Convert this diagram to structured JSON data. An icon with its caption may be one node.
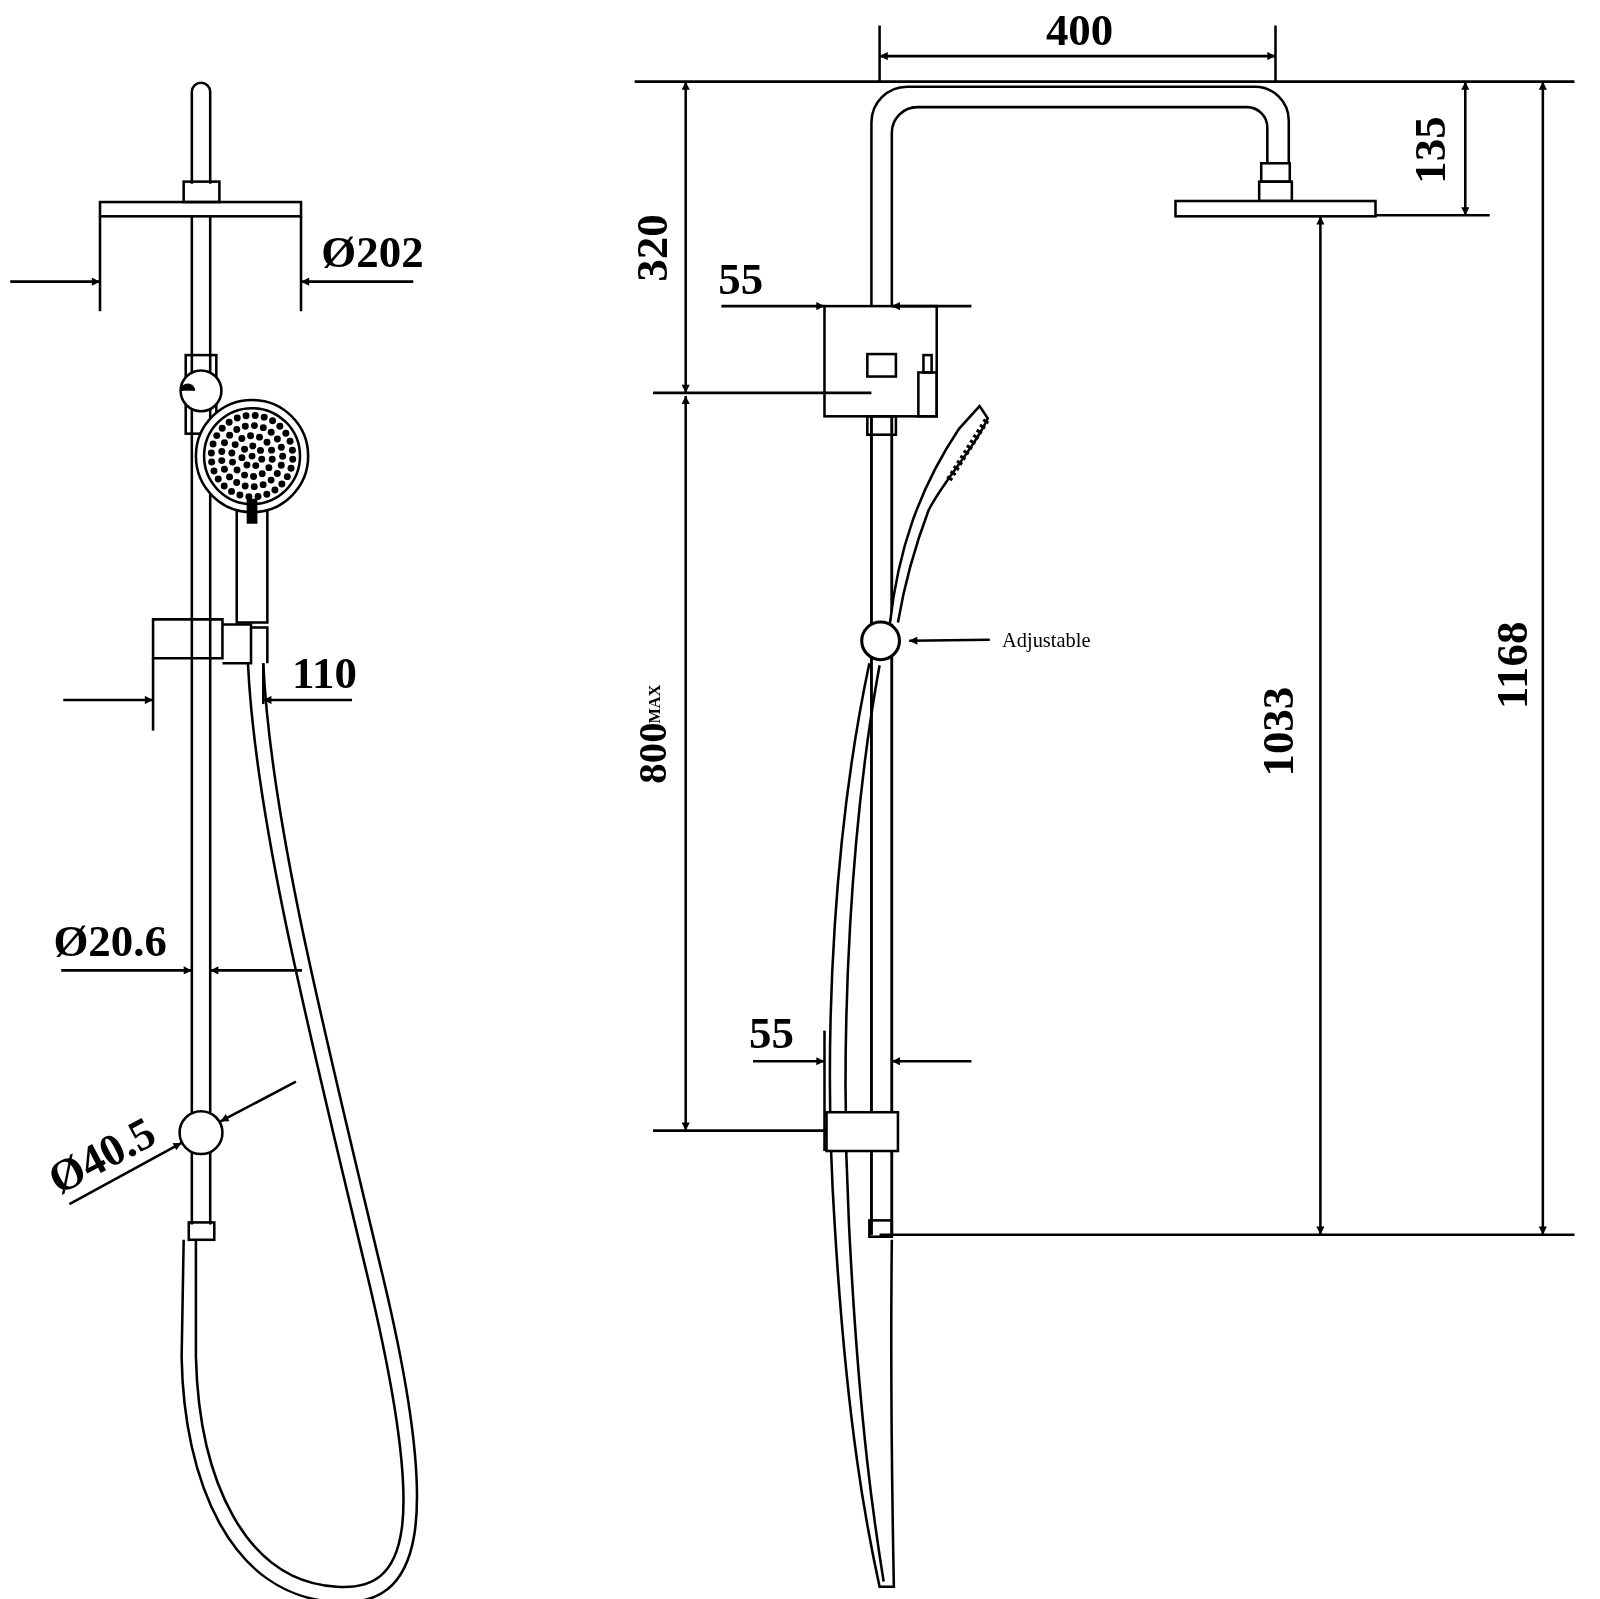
{
  "diagram": {
    "nodes": [
      {
        "text": [
          "Adjustable"
        ]
      },
      {
        "text": [],
        "shape": "circle"
      }
    ],
    "edges": [
      {
        "from": 0,
        "to": 1,
        "arrow": "to"
      }
    ],
    "labels": [
      "Ø202",
      "110",
      "Ø20.6",
      "Ø40.5",
      "400",
      "135",
      "320",
      "55",
      "1168",
      "1033",
      "800",
      "MAX",
      "55"
    ]
  }
}
